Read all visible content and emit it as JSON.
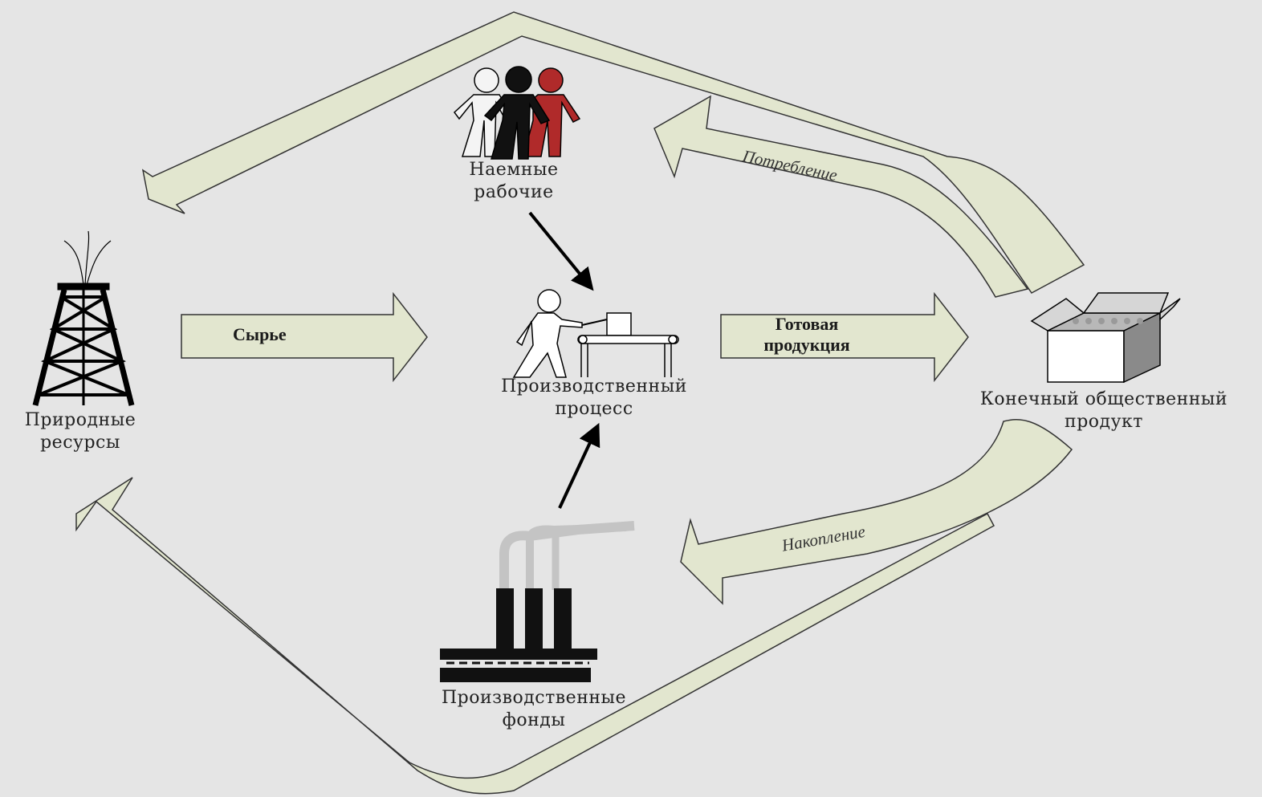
{
  "nodes": {
    "natural_resources": "Природные\nресурсы",
    "workers": "Наемные\nрабочие",
    "production_process": "Производственный\nпроцесс",
    "final_product": "Конечный общественный\nпродукт",
    "production_funds": "Производственные\nфонды"
  },
  "flows": {
    "raw_materials": "Сырье",
    "finished_goods": "Готовая\nпродукция",
    "consumption": "Потребление",
    "accumulation": "Накопление"
  },
  "colors": {
    "background": "#e5e5e5",
    "arrow_fill": "#e2e6cf",
    "worker_left": "#f4f4f4",
    "worker_mid": "#111111",
    "worker_right": "#b02a2a"
  },
  "icons": {
    "oil_rig": "oil-derrick-icon",
    "people": "people-group-icon",
    "worker_conveyor": "worker-at-conveyor-icon",
    "box": "open-box-icon",
    "factory": "factory-icon"
  }
}
